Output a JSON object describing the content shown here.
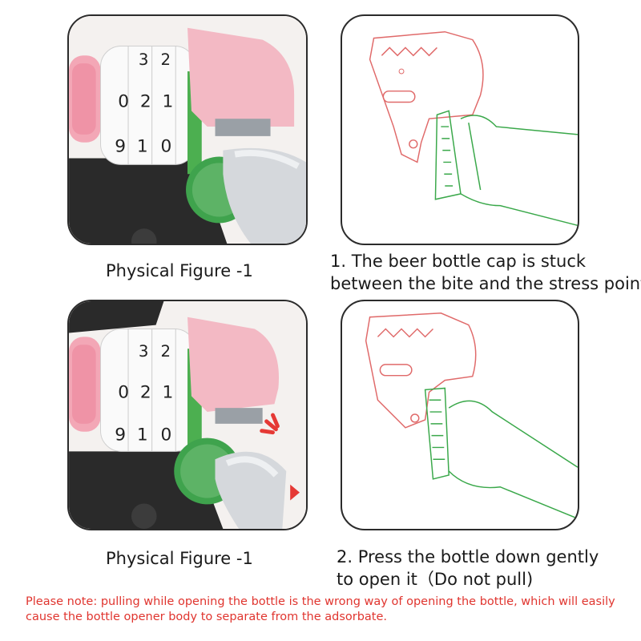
{
  "captions": {
    "top_left": "Physical Figure -1",
    "top_right_line1": "1. The beer bottle cap is stuck",
    "top_right_line2": "between the bite and the stress point",
    "bottom_left": "Physical Figure -1",
    "bottom_right_line1": "2. Press the bottle down gently",
    "bottom_right_line2": "to open it（Do not pull)"
  },
  "dial_digits": [
    "3",
    "2",
    "0",
    "2",
    "1",
    "9",
    "1",
    "0"
  ],
  "note": "Please note: pulling while opening the bottle is the wrong way of opening the bottle, which will easily cause the bottle opener body to separate from the adsorbate.",
  "colors": {
    "opener_pink": "#f3b9c4",
    "bottle_cap_green": "#3fa34d",
    "sketch_red": "#e06a6a",
    "sketch_green": "#3aa84a",
    "note_red": "#e0352f",
    "warning_arrow": "#e53935"
  }
}
